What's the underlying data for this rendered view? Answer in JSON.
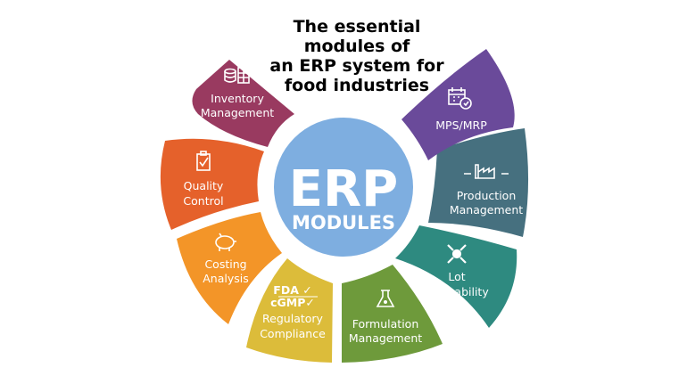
{
  "title": {
    "lines": [
      "The essential",
      "modules of",
      "an ERP system for",
      "food industries"
    ]
  },
  "center": {
    "big": "ERP",
    "small": "MODULES",
    "color": "#7eaee0"
  },
  "modules": [
    {
      "lines": [
        "Inventory",
        "Management"
      ],
      "icon": "database-icon",
      "color": "#993a60"
    },
    {
      "lines": [
        "Quality",
        "Control"
      ],
      "icon": "clipboard-check-icon",
      "color": "#e5612b"
    },
    {
      "lines": [
        "Costing",
        "Analysis"
      ],
      "icon": "piggy-bank-icon",
      "color": "#f39528"
    },
    {
      "lines": [
        "Regulatory",
        "Compliance"
      ],
      "icon": "fda-cgmp-check-icon",
      "badge": [
        "FDA ✓",
        "cGMP✓"
      ],
      "color": "#dcbc3a"
    },
    {
      "lines": [
        "Formulation",
        "Management"
      ],
      "icon": "flask-icon",
      "color": "#6e9a3b"
    },
    {
      "lines": [
        "Lot",
        "Traceability"
      ],
      "icon": "arrows-out-icon",
      "color": "#2e8a80"
    },
    {
      "lines": [
        "Production",
        "Management"
      ],
      "icon": "factory-icon",
      "color": "#46707f"
    },
    {
      "lines": [
        "MPS/MRP"
      ],
      "icon": "calendar-clock-icon",
      "color": "#6a4a9a"
    }
  ]
}
